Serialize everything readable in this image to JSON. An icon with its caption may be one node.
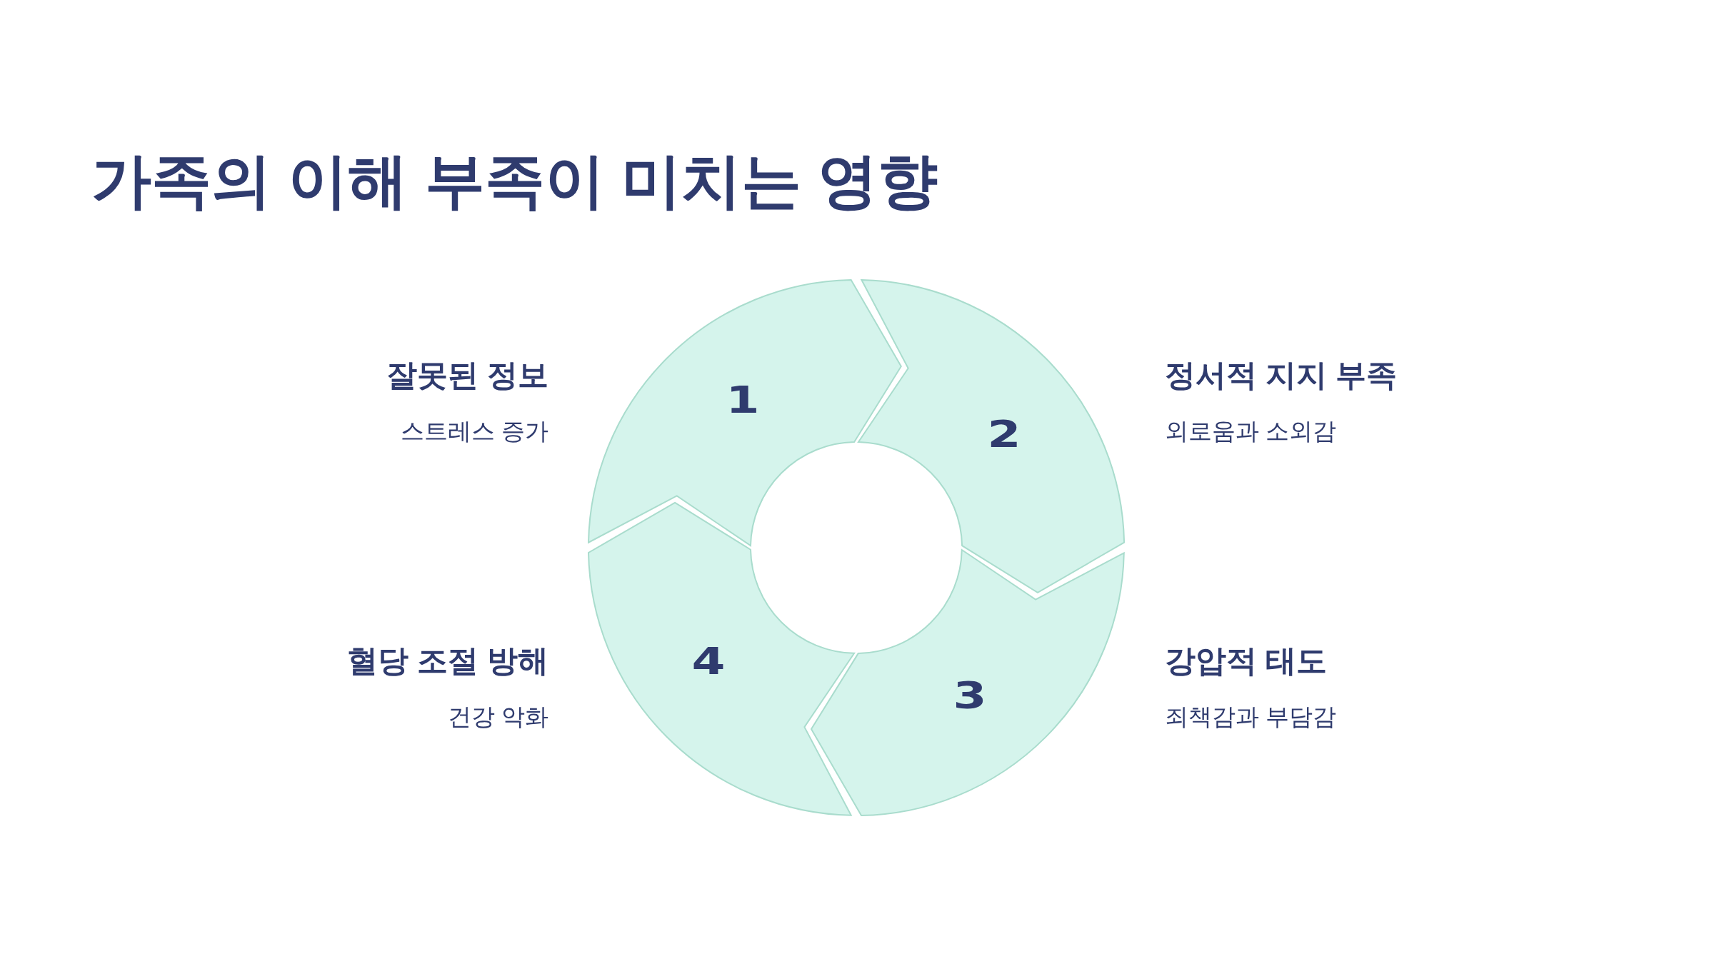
{
  "diagram": {
    "title": "가족의 이해 부족이 미치는 영향",
    "nodes": [
      {
        "text": [
          "1"
        ],
        "beside": [
          "잘못된 정보",
          "스트레스 증가"
        ]
      },
      {
        "text": [
          "2"
        ],
        "beside": [
          "정서적 지지 부족",
          "외로움과 소외감"
        ]
      },
      {
        "text": [
          "3"
        ],
        "beside": [
          "강압적 태도",
          "죄책감과 부담감"
        ]
      },
      {
        "text": [
          "4"
        ],
        "beside": [
          "혈당 조절 방해",
          "건강 악화"
        ]
      }
    ]
  }
}
